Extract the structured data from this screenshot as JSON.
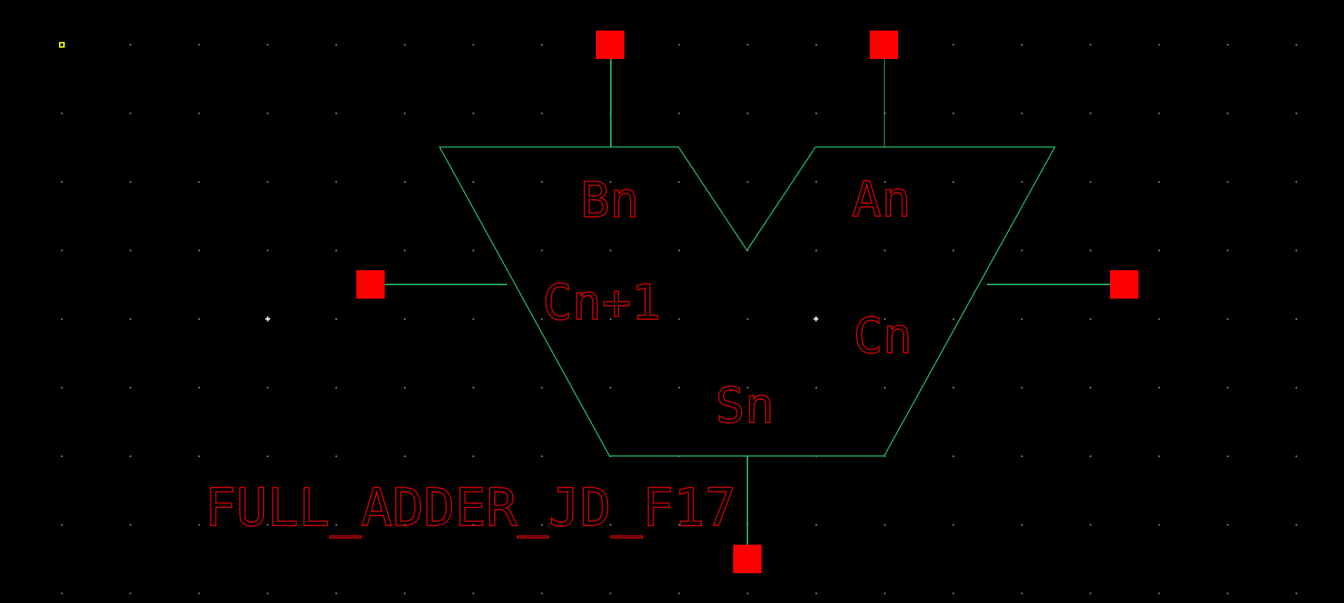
{
  "editor": {
    "type": "schematic-symbol-editor-canvas",
    "background_color": "#000000",
    "grid_dot_color": "#a5acb4",
    "origin_marker_color": "#ffff00",
    "snap_marker_color": "#ffffff"
  },
  "symbol": {
    "outline_color": "#22bb68",
    "wire_color": "#22bb68",
    "pin_color": "#ff0000",
    "label_color": "#ef0000",
    "instance_label": "FULL_ADDER_JD_F17",
    "pin_labels": {
      "top_left": "Bn",
      "top_right": "An",
      "left": "Cn+1",
      "right": "Cn",
      "bottom": "Sn"
    }
  }
}
